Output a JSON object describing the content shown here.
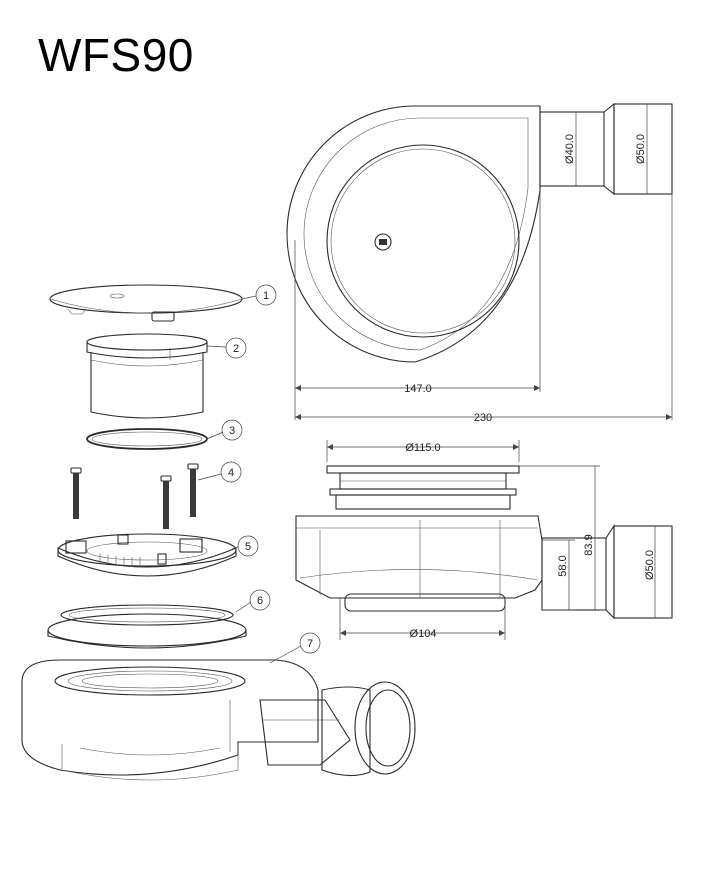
{
  "title": "WFS90",
  "colors": {
    "line": "#2a2a2a",
    "part_fill": "#e6e6e6",
    "part_fill_light": "#f2f2f2",
    "part_fill_dark": "#c9c9c9",
    "background": "#ffffff"
  },
  "callouts": [
    "1",
    "2",
    "3",
    "4",
    "5",
    "6",
    "7"
  ],
  "top_view": {
    "dim_outlet_inner": "Ø40.0",
    "dim_outlet_outer": "Ø50.0",
    "dim_width_body": "147.0",
    "dim_width_total": "230"
  },
  "side_view": {
    "dim_cover": "Ø115.0",
    "dim_base": "Ø104",
    "dim_height_58": "58.0",
    "dim_height_83": "83.9",
    "dim_outlet": "Ø50.0"
  }
}
